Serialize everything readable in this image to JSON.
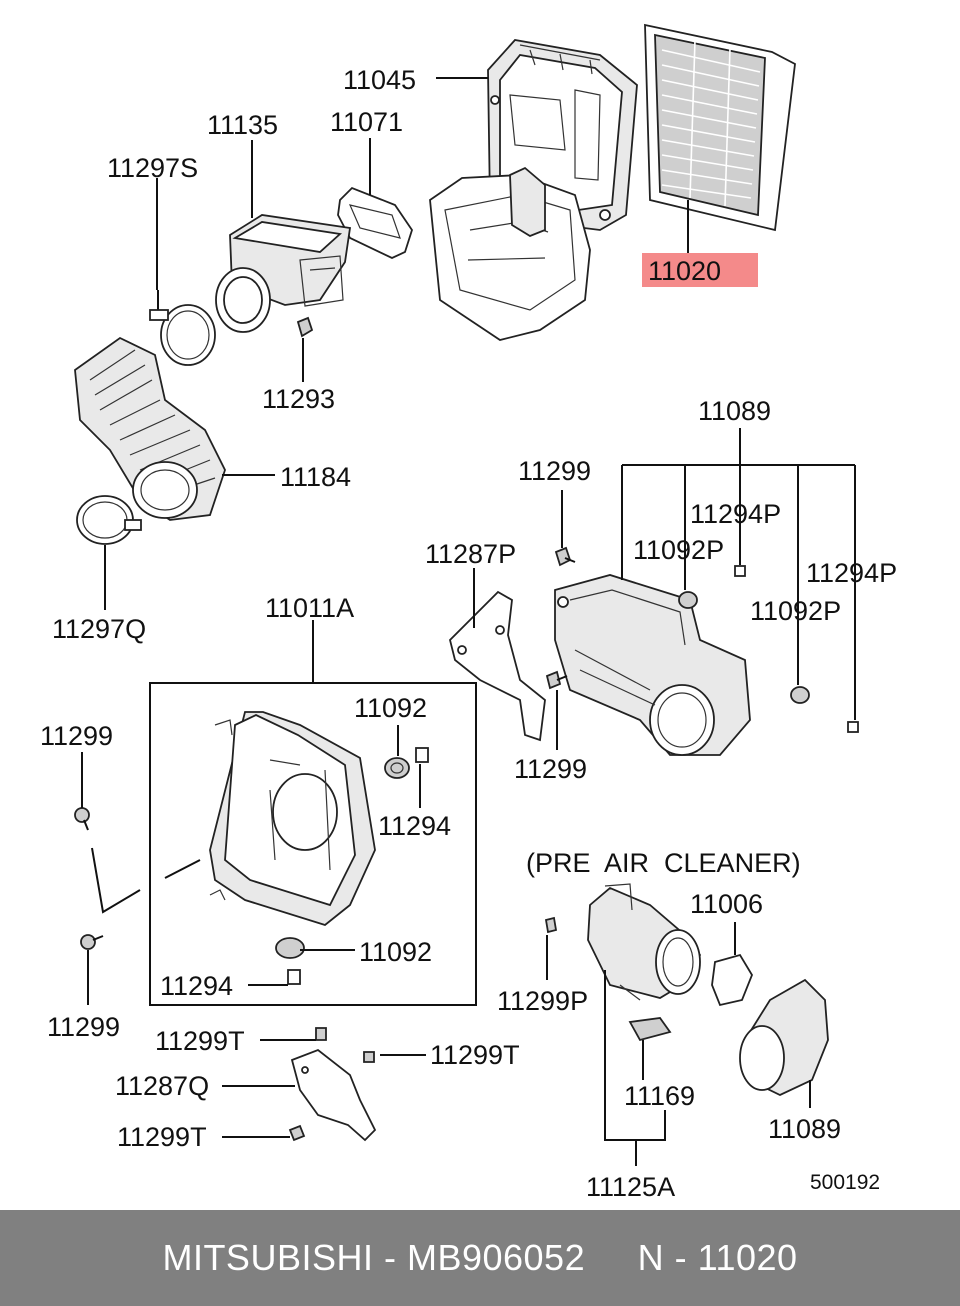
{
  "diagram": {
    "highlight_color": "#f48a8a",
    "labels": {
      "p11045": "11045",
      "p11135": "11135",
      "p11071": "11071",
      "p11297s": "11297S",
      "p11020": "11020",
      "p11293": "11293",
      "p11184": "11184",
      "p11297q": "11297Q",
      "p11089_top": "11089",
      "p11299_a": "11299",
      "p11294p_a": "11294P",
      "p11287p": "11287P",
      "p11092p_a": "11092P",
      "p11294p_b": "11294P",
      "p11092p_b": "11092P",
      "p11011a": "11011A",
      "p11299_b": "11299",
      "p11092_a": "11092",
      "p11294_a": "11294",
      "p11299_c": "11299",
      "p11092_b": "11092",
      "p11294_b": "11294",
      "p11299_d": "11299",
      "pre_air_cleaner": "(PRE  AIR  CLEANER)",
      "p11006": "11006",
      "p11299p": "11299P",
      "p11299t_a": "11299T",
      "p11299t_b": "11299T",
      "p11287q": "11287Q",
      "p11299t_c": "11299T",
      "p11169": "11169",
      "p11089_bottom": "11089",
      "p11125a": "11125A",
      "diagram_no": "500192"
    }
  },
  "footer": {
    "text": "MITSUBISHI - MB906052     N - 11020"
  }
}
